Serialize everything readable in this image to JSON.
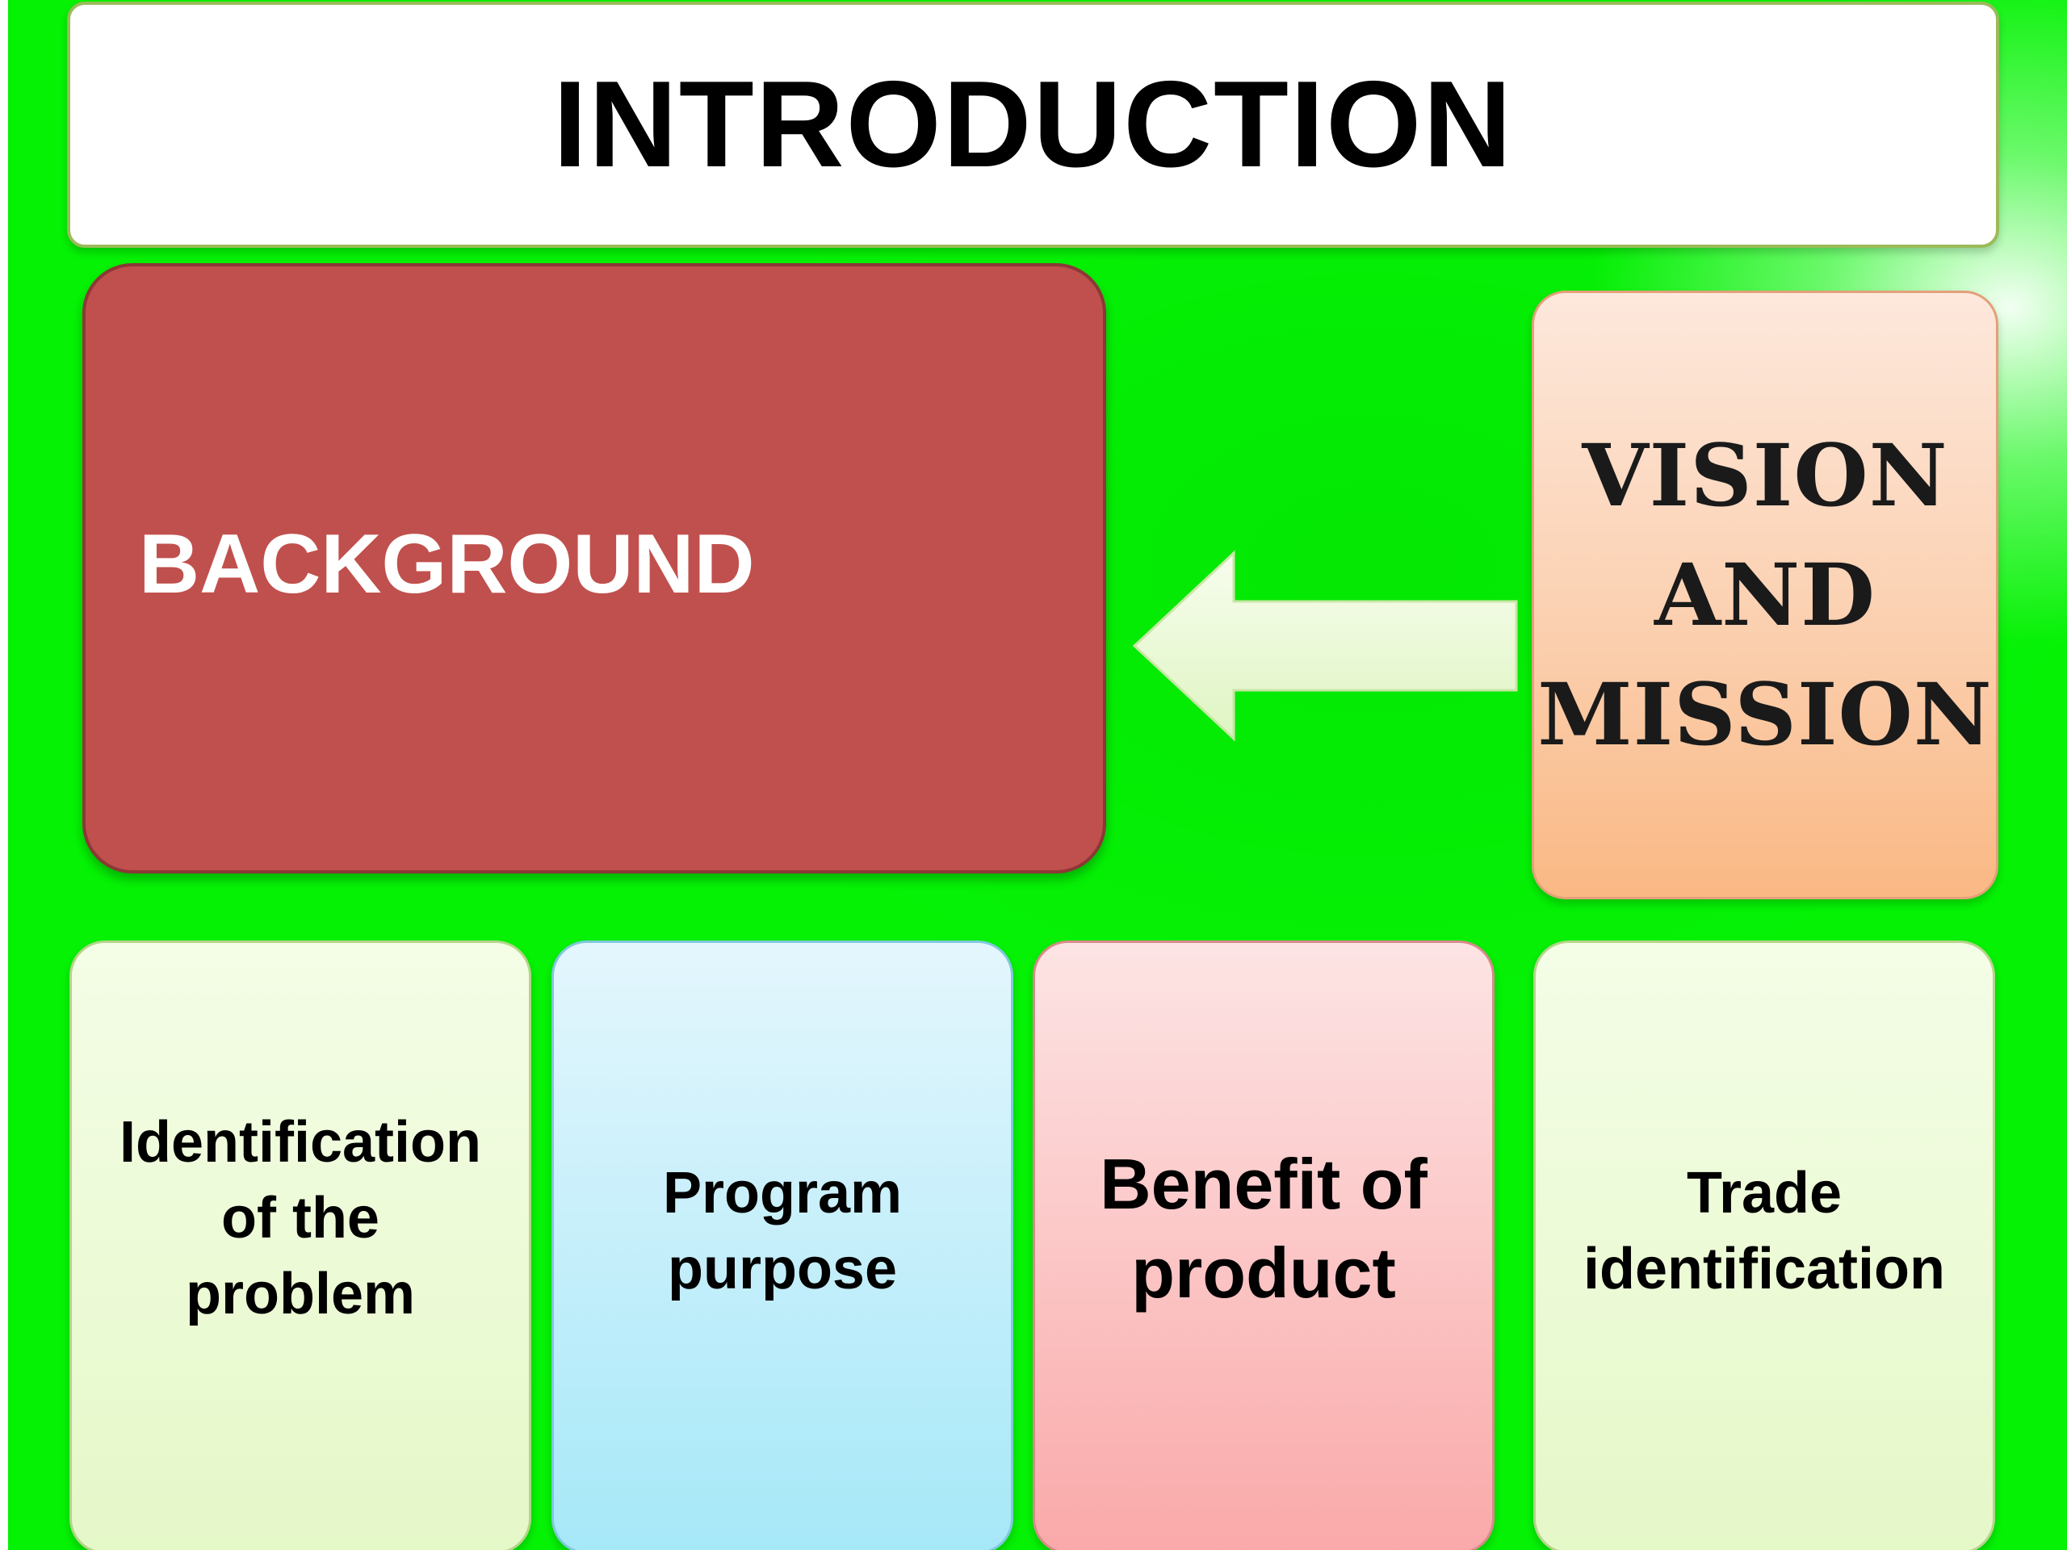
{
  "slide": {
    "title": "INTRODUCTION",
    "background_box": {
      "label": "BACKGROUND"
    },
    "vision_box": {
      "lines": [
        "VISION",
        "AND",
        "MISSION"
      ]
    },
    "cards": [
      {
        "lines": [
          "Identification",
          "of the",
          "problem"
        ]
      },
      {
        "lines": [
          "Program",
          "purpose"
        ]
      },
      {
        "lines": [
          "Benefit of",
          "product"
        ]
      },
      {
        "lines": [
          "Trade",
          "identification"
        ]
      }
    ]
  },
  "colors": {
    "slide_background": "#05f205",
    "background_box": "#c0504d",
    "vision_box": "#fbd0b0",
    "card_green": "#e5f8c8",
    "card_blue": "#a6e8f8",
    "card_pink": "#faa9a9",
    "arrow": "#eaf8d0"
  },
  "icons": {
    "arrow": "left-arrow-icon"
  }
}
